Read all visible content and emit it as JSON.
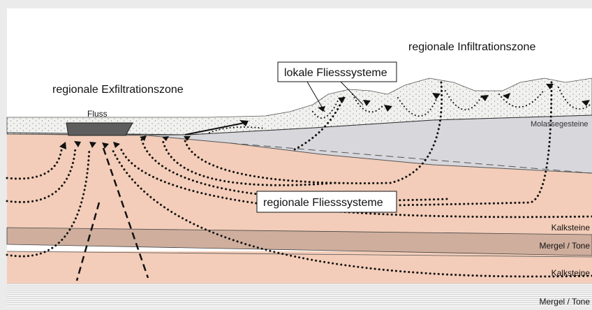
{
  "labels": {
    "exfiltration_zone": "regionale Exfiltrationszone",
    "infiltration_zone": "regionale Infiltrationszone",
    "local_flow": "lokale Fliesssysteme",
    "regional_flow": "regionale Fliesssysteme",
    "river": "Fluss",
    "molasse": "Molassegesteine",
    "limestone_upper": "Kalksteine",
    "marl_upper": "Mergel / Tone",
    "limestone_lower": "Kalksteine",
    "marl_lower": "Mergel / Tone"
  },
  "colors": {
    "background": "#ebebeb",
    "panel": "#ffffff",
    "molasse": "#f1f1ef",
    "grey_layer": "#d7d7dc",
    "limestone": "#f3cdb9",
    "marl": "#cfae9d",
    "river": "#5e5e5e",
    "ink": "#111111"
  }
}
